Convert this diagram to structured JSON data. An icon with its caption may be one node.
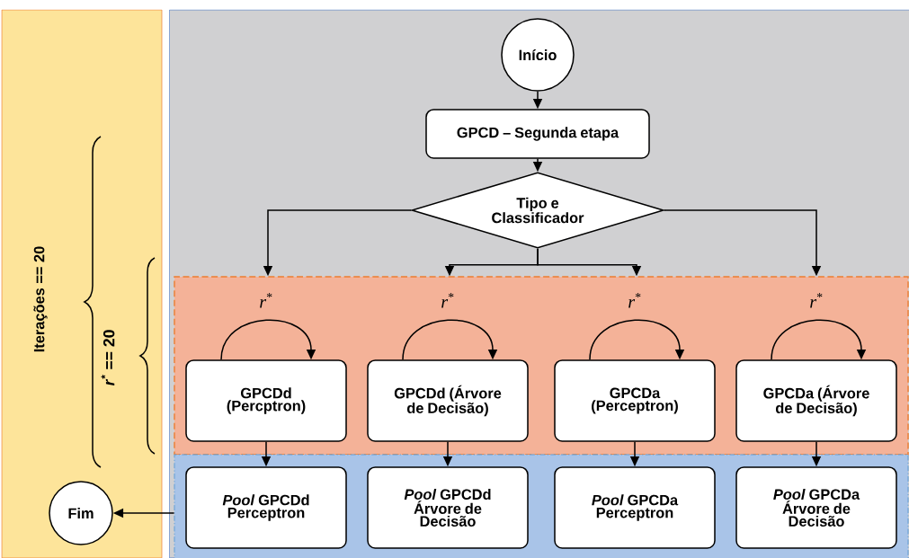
{
  "diagram": {
    "nodes": [
      {
        "text": [],
        "shape": "box"
      },
      {
        "text": [
          "Fim"
        ],
        "in": 0
      },
      {
        "text": [],
        "shape": "box"
      },
      {
        "text": [
          "Início"
        ],
        "in": 2
      },
      {
        "text": [
          "GPCD – Segunda etapa"
        ],
        "in": 2
      },
      {
        "text": [
          "Tipo e Classificador"
        ],
        "in": 2
      },
      {
        "text": [],
        "shape": "box",
        "in": 2
      },
      {
        "text": [
          "GPCDd (Percptron)"
        ],
        "in": 6
      },
      {
        "text": [
          "GPCDd (Árvore de Decisão)"
        ],
        "in": 6
      },
      {
        "text": [
          "GPCDa (Perceptron)"
        ],
        "in": 6
      },
      {
        "text": [
          "GPCDa (Árvore de Decisão)"
        ],
        "in": 6
      },
      {
        "text": [],
        "shape": "box",
        "in": 2
      },
      {
        "text": [
          "*Pool* GPCDd Perceptron"
        ],
        "in": 11
      },
      {
        "text": [
          "*Pool* GPCDd Árvore de Decisão"
        ],
        "in": 11
      },
      {
        "text": [
          "*Pool* GPCDa Perceptron"
        ],
        "in": 11
      },
      {
        "text": [
          "*Pool* GPCDa Árvore de Decisão"
        ],
        "in": 11
      }
    ],
    "edges": [
      {
        "from": 3,
        "to": 4,
        "arrow": "to"
      },
      {
        "from": 4,
        "to": 5,
        "arrow": "to"
      },
      {
        "from": 5,
        "to": 6,
        "arrow": "to"
      },
      {
        "from": 5,
        "to": 6,
        "arrow": "to"
      },
      {
        "from": 5,
        "to": 6,
        "arrow": "to"
      },
      {
        "from": 5,
        "to": 6,
        "arrow": "to"
      },
      {
        "from": 7,
        "to": 7,
        "arrow": "to",
        "label": "*r*$^{*}$"
      },
      {
        "from": 8,
        "to": 8,
        "arrow": "to",
        "label": "*r*$^{*}$"
      },
      {
        "from": 9,
        "to": 9,
        "arrow": "to",
        "label": "*r*$^{*}$"
      },
      {
        "from": 10,
        "to": 10,
        "arrow": "to",
        "label": "*r*$^{*}$"
      },
      {
        "from": 7,
        "to": 12,
        "arrow": "to"
      },
      {
        "from": 8,
        "to": 13,
        "arrow": "to"
      },
      {
        "from": 9,
        "to": 14,
        "arrow": "to"
      },
      {
        "from": 10,
        "to": 15,
        "arrow": "to"
      },
      {
        "from": 11,
        "to": 1,
        "arrow": "to"
      }
    ],
    "labels": [
      "Iterações == 20",
      "*r*$^{*}$ == 20"
    ]
  }
}
